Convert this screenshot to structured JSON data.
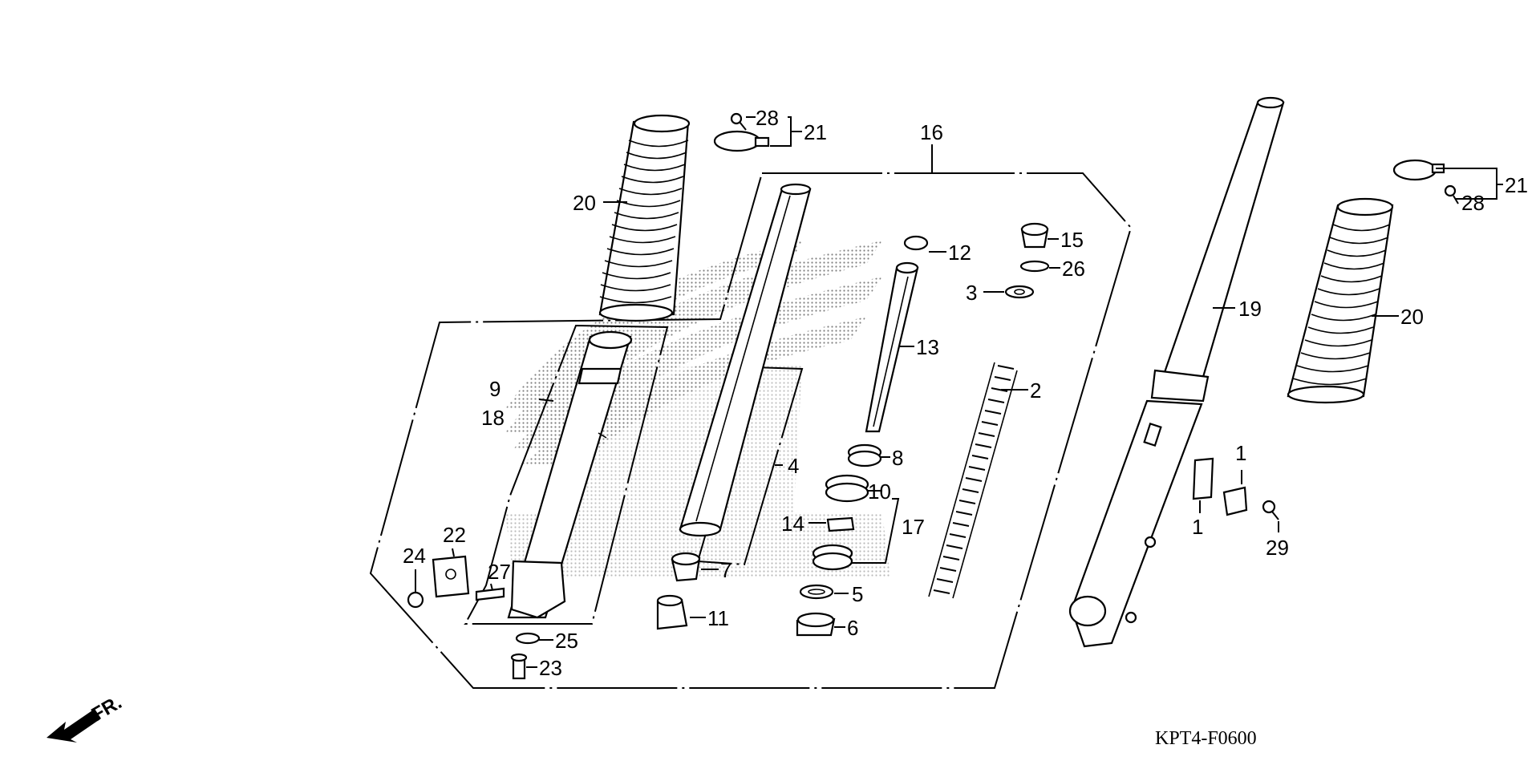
{
  "diagram_code": "KPT4-F0600",
  "direction_label": "FR.",
  "callouts": [
    {
      "id": "c28a",
      "text": "28"
    },
    {
      "id": "c21a",
      "text": "21"
    },
    {
      "id": "c16",
      "text": "16"
    },
    {
      "id": "c20a",
      "text": "20"
    },
    {
      "id": "c12",
      "text": "12"
    },
    {
      "id": "c15",
      "text": "15"
    },
    {
      "id": "c26",
      "text": "26"
    },
    {
      "id": "c3",
      "text": "3"
    },
    {
      "id": "c13",
      "text": "13"
    },
    {
      "id": "c2",
      "text": "2"
    },
    {
      "id": "c9",
      "text": "9"
    },
    {
      "id": "c18",
      "text": "18"
    },
    {
      "id": "c4",
      "text": "4"
    },
    {
      "id": "c8",
      "text": "8"
    },
    {
      "id": "c10",
      "text": "10"
    },
    {
      "id": "c14",
      "text": "14"
    },
    {
      "id": "c17",
      "text": "17"
    },
    {
      "id": "c7",
      "text": "7"
    },
    {
      "id": "c22",
      "text": "22"
    },
    {
      "id": "c24",
      "text": "24"
    },
    {
      "id": "c27",
      "text": "27"
    },
    {
      "id": "c5",
      "text": "5"
    },
    {
      "id": "c6",
      "text": "6"
    },
    {
      "id": "c11",
      "text": "11"
    },
    {
      "id": "c25",
      "text": "25"
    },
    {
      "id": "c23",
      "text": "23"
    },
    {
      "id": "c19",
      "text": "19"
    },
    {
      "id": "c21b",
      "text": "21"
    },
    {
      "id": "c28b",
      "text": "28"
    },
    {
      "id": "c20b",
      "text": "20"
    },
    {
      "id": "c1a",
      "text": "1"
    },
    {
      "id": "c1b",
      "text": "1"
    },
    {
      "id": "c29",
      "text": "29"
    }
  ]
}
